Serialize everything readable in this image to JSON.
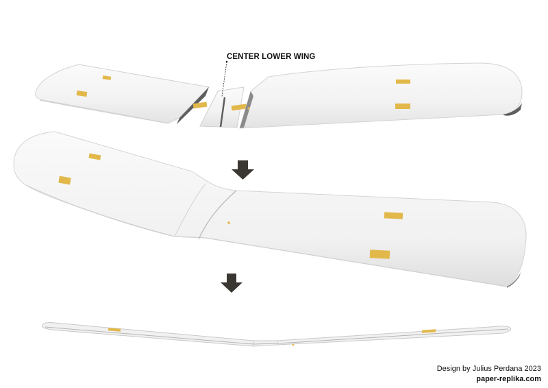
{
  "callout": {
    "label": "CENTER LOWER WING"
  },
  "credits": {
    "design": "Design by Julius Perdana 2023",
    "website": "paper-replika.com"
  },
  "colors": {
    "wing_fill": "#f4f4f4",
    "wing_edge": "#d2d2d2",
    "tab": "#e2b84b",
    "arrow": "#3a3632",
    "cut_face": "#5e5e5e"
  },
  "icons": {
    "step_arrow": "down-arrow-icon"
  }
}
